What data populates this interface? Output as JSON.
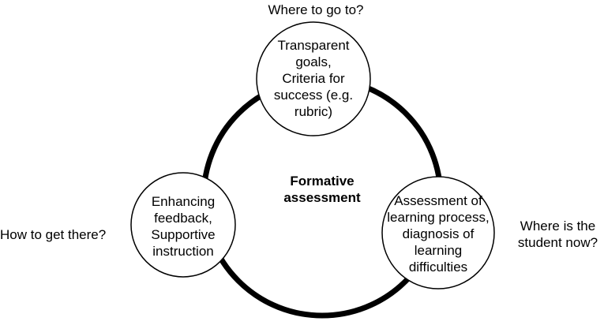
{
  "center": {
    "line1": "Formative",
    "line2": "assessment"
  },
  "nodes": {
    "top": {
      "lines": [
        "Transparent",
        "goals,",
        "Criteria for",
        "success (e.g.",
        "rubric)"
      ]
    },
    "left": {
      "lines": [
        "Enhancing",
        "feedback,",
        "Supportive",
        "instruction"
      ]
    },
    "right": {
      "lines": [
        "Assessment of",
        "learning process,",
        "diagnosis of",
        "learning",
        "difficulties"
      ]
    }
  },
  "questions": {
    "top": "Where to go to?",
    "left": "How to get there?",
    "right": {
      "line1": "Where is the",
      "line2": "student now?"
    }
  },
  "colors": {
    "stroke": "#000000",
    "fill": "#ffffff"
  }
}
